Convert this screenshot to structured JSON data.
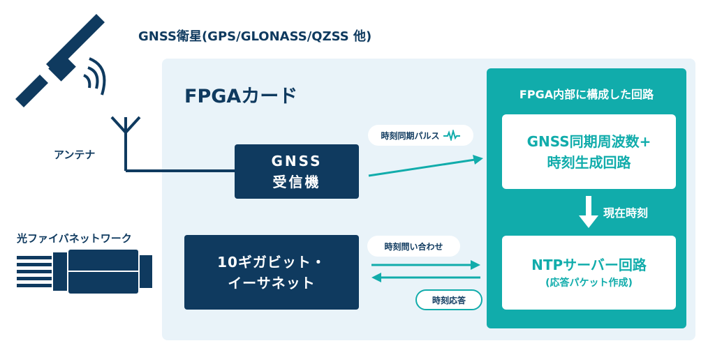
{
  "satellite": {
    "label": "GNSS衛星(GPS/GLONASS/QZSS 他)"
  },
  "antenna": {
    "label": "アンテナ"
  },
  "fiber": {
    "label": "光ファイバネットワーク"
  },
  "fpga_card": {
    "title": "FPGAカード"
  },
  "fpga_internal": {
    "title": "FPGA内部に構成した回路",
    "gnss_sync": {
      "line1": "GNSS同期周波数+",
      "line2": "時刻生成回路"
    },
    "current_time_label": "現在時刻",
    "ntp_server": {
      "line1": "NTPサーバー回路",
      "line2": "(応答パケット作成)"
    }
  },
  "gnss_receiver": {
    "line1": "GNSS",
    "line2": "受信機"
  },
  "ethernet": {
    "line1": "10ギガビット・",
    "line2": "イーサネット"
  },
  "signals": {
    "pulse": "時刻同期パルス",
    "query": "時刻問い合わせ",
    "response": "時刻応答"
  },
  "colors": {
    "navy": "#0f3a5f",
    "teal": "#11acab",
    "card_background": "#e9f3f9",
    "white": "#ffffff"
  }
}
